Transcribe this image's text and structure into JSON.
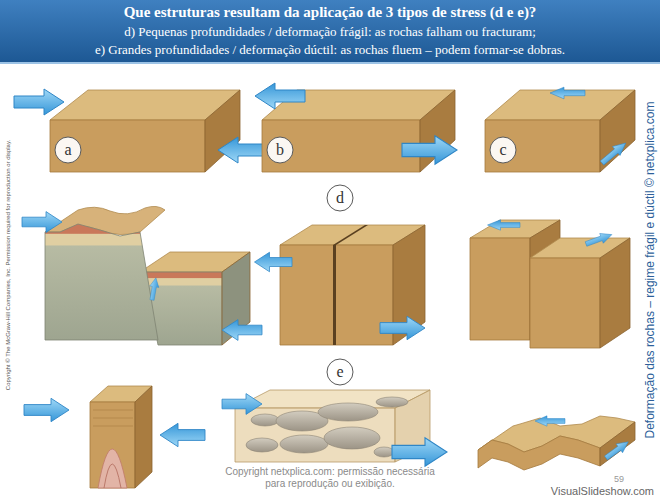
{
  "diagram": {
    "title": "Que estruturas resultam da aplicação de 3 tipos de stress (d e e)?",
    "nodes": [
      {
        "text": [
          "a"
        ]
      },
      {
        "text": [
          "b"
        ]
      },
      {
        "text": [
          "c"
        ]
      },
      {
        "text": [
          "d"
        ]
      },
      {
        "text": [
          "e"
        ]
      }
    ],
    "labels": [
      "d) Pequenas profundidades / deformação frágil: as rochas falham ou fracturam;",
      "e) Grandes profundidades / deformação dúctil: as rochas fluem – podem formar-se dobras.",
      "Copyright © The McGraw-Hill Companies, Inc. Permission required for reproduction or display.",
      "Deformação das rochas – regime frágil e dúctil © netxplica.com",
      "Copyright netxplica.com: permissão necessária para reprodução ou exibição.",
      "59",
      "VisualSlideshow.com"
    ]
  }
}
